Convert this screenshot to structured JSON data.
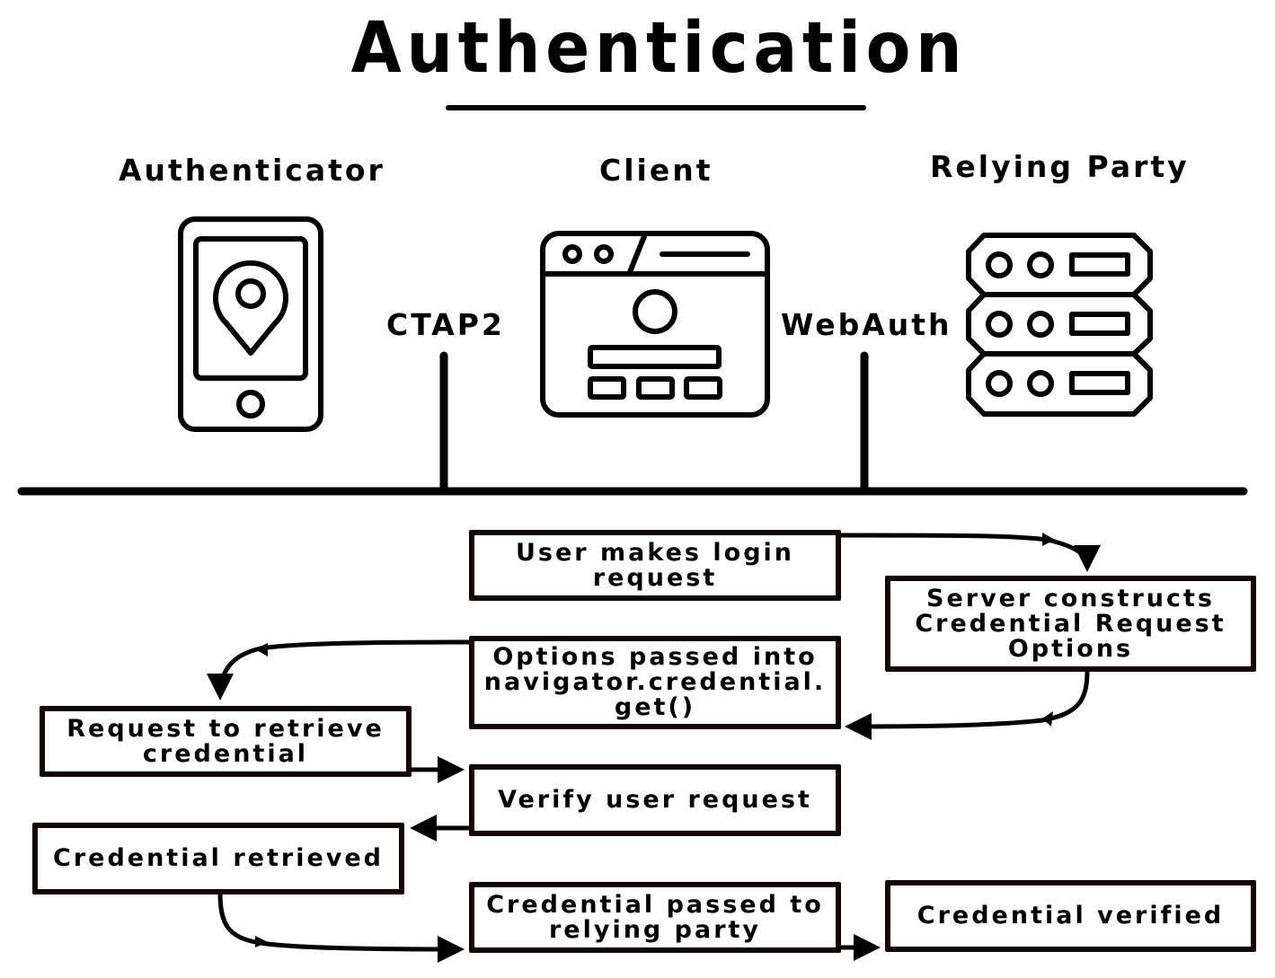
{
  "title": "Authentication",
  "actors": [
    {
      "label": "Authenticator",
      "icon": "smartphone-location-pin-icon"
    },
    {
      "label": "Client",
      "icon": "browser-window-icon"
    },
    {
      "label": "Relying Party",
      "icon": "server-rack-icon"
    }
  ],
  "protocols": [
    {
      "label": "CTAP2",
      "between": [
        "Authenticator",
        "Client"
      ]
    },
    {
      "label": "WebAuth",
      "between": [
        "Client",
        "Relying Party"
      ]
    }
  ],
  "flow": {
    "steps": [
      {
        "id": "login",
        "label": "User makes login\nrequest",
        "lane": "Client"
      },
      {
        "id": "server",
        "label": "Server constructs\nCredential Request\nOptions",
        "lane": "Relying Party"
      },
      {
        "id": "options",
        "label": "Options passed into\nnavigator.credential.\nget()",
        "lane": "Client"
      },
      {
        "id": "request",
        "label": "Request to retrieve\ncredential",
        "lane": "Authenticator"
      },
      {
        "id": "verify",
        "label": "Verify user request",
        "lane": "Client"
      },
      {
        "id": "retrieved",
        "label": "Credential retrieved",
        "lane": "Authenticator"
      },
      {
        "id": "passed",
        "label": "Credential passed to\nrelying party",
        "lane": "Client"
      },
      {
        "id": "verified",
        "label": "Credential verified",
        "lane": "Relying Party"
      }
    ],
    "edges": [
      {
        "from": "login",
        "to": "server"
      },
      {
        "from": "server",
        "to": "options"
      },
      {
        "from": "options",
        "to": "request"
      },
      {
        "from": "request",
        "to": "verify"
      },
      {
        "from": "verify",
        "to": "retrieved"
      },
      {
        "from": "retrieved",
        "to": "passed"
      },
      {
        "from": "passed",
        "to": "verified"
      }
    ]
  },
  "colors": {
    "ink": "#000000",
    "box_border": "#120606",
    "background": "#ffffff"
  }
}
